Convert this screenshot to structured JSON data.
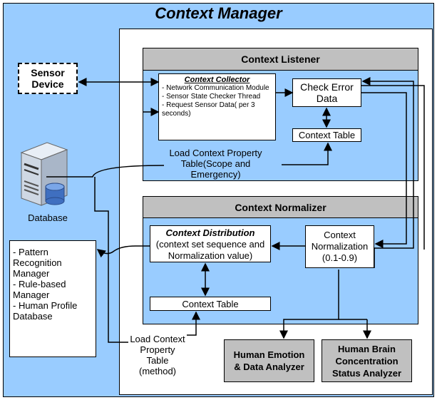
{
  "title": "Context Manager",
  "sensor_device": "Sensor Device",
  "database": "Database",
  "context_listener": {
    "header": "Context Listener",
    "collector_title": "Context Collector",
    "collector_items": [
      "- Network Communication Module",
      "- Sensor State Checker Thread",
      "- Request Sensor Data( per 3 seconds)"
    ],
    "check_error": "Check Error Data",
    "context_table": "Context Table",
    "load_property": "Load Context Property Table(Scope and Emergency)"
  },
  "context_normalizer": {
    "header": "Context Normalizer",
    "distribution_title": "Context Distribution",
    "distribution_desc": "(context set sequence and Normalization value)",
    "normalization": "Context Normalization (0.1-0.9)",
    "context_table": "Context Table"
  },
  "consumers": [
    "- Pattern Recognition Manager",
    "- Rule-based Manager",
    "- Human Profile Database"
  ],
  "load_method": "Load Context Property Table (method)",
  "analyzers": {
    "emotion": "Human Emotion & Data Analyzer",
    "brain": "Human Brain Concentration Status Analyzer"
  }
}
